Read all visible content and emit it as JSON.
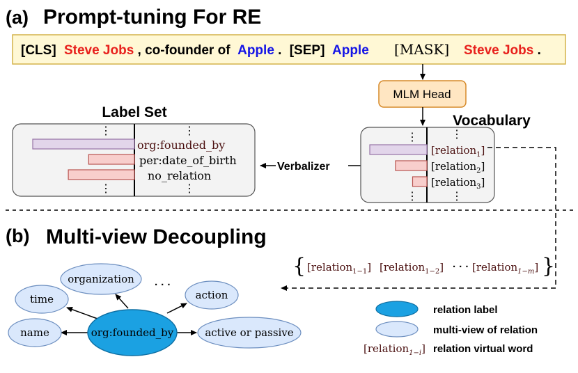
{
  "section_a": {
    "marker": "(a)",
    "title": "Prompt-tuning For RE"
  },
  "prompt": {
    "cls": "[CLS]",
    "subject": "Steve Jobs",
    "middle": ", co-founder of",
    "object": "Apple",
    "period": ".",
    "sep": "[SEP]",
    "object2": "Apple",
    "mask": "[MASK]",
    "subject2": "Steve Jobs",
    "end_period": "."
  },
  "mlm_head": "MLM Head",
  "label_set": {
    "title": "Label Set",
    "dots": "⋮",
    "labels": [
      "org:founded_by",
      "per:date_of_birth",
      "no_relation"
    ]
  },
  "vocabulary": {
    "title": "Vocabulary",
    "dots": "⋮",
    "words": [
      {
        "base": "[relation",
        "sub": "1",
        "close": "]"
      },
      {
        "base": "[relation",
        "sub": "2",
        "close": "]"
      },
      {
        "base": "[relation",
        "sub": "3",
        "close": "]"
      }
    ]
  },
  "verbalizer": "Verbalizer",
  "section_b": {
    "marker": "(b)",
    "title": "Multi-view Decoupling"
  },
  "virtual_words": {
    "items": [
      {
        "base": "[relation",
        "sub": "1−1",
        "close": "]"
      },
      {
        "base": "[relation",
        "sub": "1−2",
        "close": "]"
      },
      {
        "base": "[relation",
        "sub": "1−m",
        "close": "]"
      }
    ],
    "dots": "· · ·"
  },
  "graph": {
    "center": "org:founded_by",
    "views": [
      "organization",
      "time",
      "name",
      "action",
      "active or passive"
    ],
    "ellipsis": "· · ·"
  },
  "legend": {
    "relation_label": "relation label",
    "multi_view": "multi-view of relation",
    "virtual_word": {
      "base": "[relation",
      "sub": "1−i",
      "close": "]",
      "desc": "relation virtual word"
    }
  },
  "colors": {
    "red": "#e8201c",
    "blue": "#1414e6",
    "prompt_fill": "#fff8d5",
    "prompt_border": "#d4b24a",
    "mlm_fill": "#ffe6c2",
    "mlm_border": "#d68a2a",
    "panel_fill": "#f3f3f3",
    "bar_purple": "#e2d5ea",
    "bar_purple_border": "#9673a6",
    "bar_red": "#f8cecc",
    "bar_red_border": "#b85450",
    "center_fill": "#1ba1e2",
    "center_border": "#0e6fa3",
    "view_fill": "#dae8fc",
    "view_border": "#6c8ebf",
    "maroon": "#4a0f0f"
  },
  "bar_levels": {
    "label_set": [
      1.0,
      0.45,
      0.65
    ],
    "vocabulary": [
      1.0,
      0.55,
      0.25
    ]
  }
}
